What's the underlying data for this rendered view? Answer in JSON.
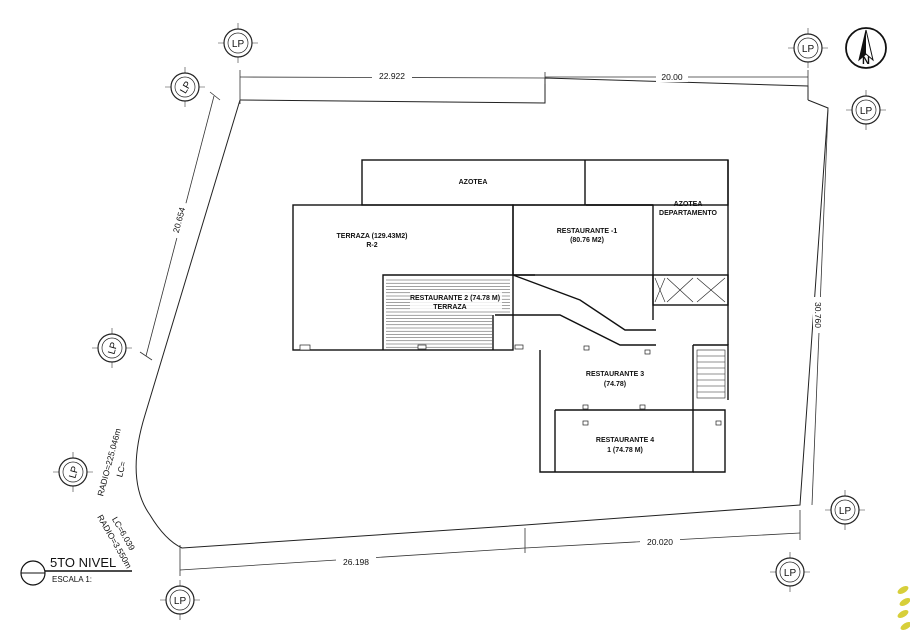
{
  "title_block": {
    "level_name": "5TO NIVEL",
    "scale_label": "ESCALA 1:"
  },
  "north_label": "N",
  "lp_marker_label": "LP",
  "dimensions": {
    "top_left": "22.922",
    "top_right": "20.00",
    "left": "20.654",
    "right": "30.760",
    "bottom_left": "26.198",
    "bottom_right": "20.020",
    "curve_radius": "RADIO=225.046m",
    "curve_lc": "LC=",
    "corner_lc": "LC=6.039",
    "corner_radius": "RADIO=3.550m"
  },
  "rooms": {
    "azotea": "AZOTEA",
    "azotea_dep_1": "AZOTEA",
    "azotea_dep_2": "DEPARTAMENTO",
    "terraza_1": "TERRAZA  (129.43M2)",
    "terraza_2": "R-2",
    "restaurante1_1": "RESTAURANTE -1",
    "restaurante1_2": "(80.76 M2)",
    "restaurante2_1": "RESTAURANTE 2  (74.78 M)",
    "restaurante2_2": "TERRAZA",
    "restaurante3_1": "RESTAURANTE 3",
    "restaurante3_2": "(74.78)",
    "restaurante4_1": "RESTAURANTE 4",
    "restaurante4_2": "1  (74.78  M)"
  }
}
